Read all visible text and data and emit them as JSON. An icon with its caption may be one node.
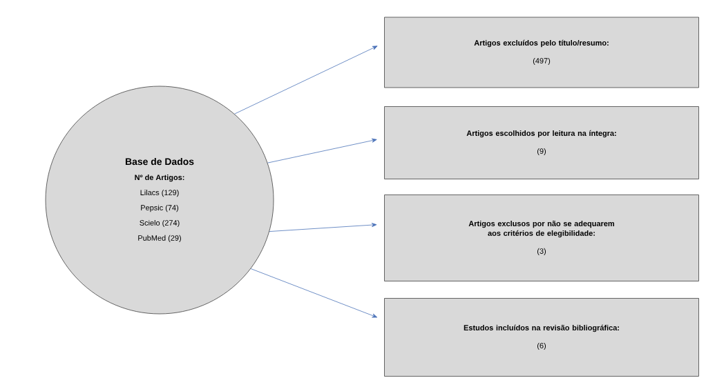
{
  "diagram": {
    "nodes": [
      {
        "text": [
          "Base de Dados",
          "Nº de Artigos:",
          "Lilacs (129)",
          "Pepsic (74)",
          "Scielo (274)",
          "PubMed (29)"
        ]
      },
      {
        "text": [
          "Artigos excluídos pelo título/resumo:",
          "(497)"
        ]
      },
      {
        "text": [
          "Artigos escolhidos por leitura na íntegra:",
          "(9)"
        ]
      },
      {
        "text": [
          "Artigos exclusos por não se adequarem aos critérios de elegibilidade:",
          "(3)"
        ]
      },
      {
        "text": [
          "Estudos incluídos na revisão bibliográfica:",
          "(6)"
        ]
      }
    ],
    "edges": [
      {
        "from": 0,
        "to": 1,
        "arrow": "to"
      },
      {
        "from": 0,
        "to": 2,
        "arrow": "to"
      },
      {
        "from": 0,
        "to": 3,
        "arrow": "to"
      },
      {
        "from": 0,
        "to": 4,
        "arrow": "to"
      }
    ]
  }
}
